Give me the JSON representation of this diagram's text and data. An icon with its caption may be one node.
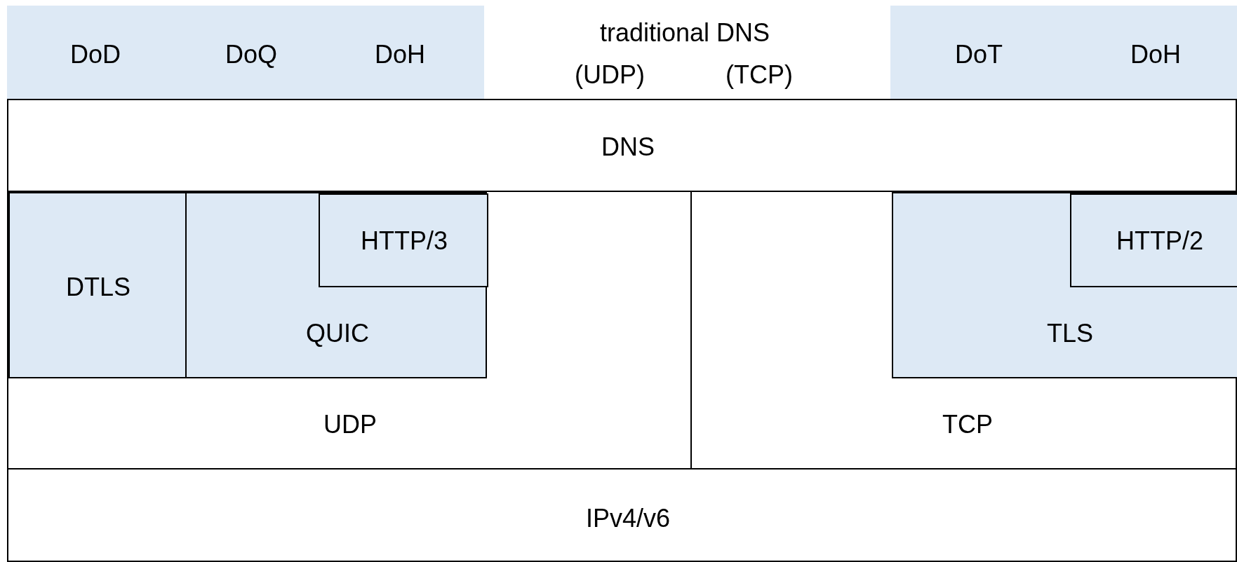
{
  "diagram": {
    "nodes": [
      {
        "text": [
          "DoD",
          "DoQ",
          "DoH"
        ]
      },
      {
        "text": [
          "DoT",
          "DoH"
        ]
      },
      {
        "text": [
          "DNS"
        ]
      },
      {
        "text": [
          "UDP"
        ]
      },
      {
        "text": [
          "DTLS"
        ],
        "in": 3
      },
      {
        "text": [
          "QUIC"
        ],
        "in": 3
      },
      {
        "text": [
          "HTTP/3"
        ],
        "in": 5
      },
      {
        "text": [
          "TCP"
        ]
      },
      {
        "text": [
          "TLS"
        ],
        "in": 7
      },
      {
        "text": [
          "HTTP/2"
        ],
        "in": 8
      },
      {
        "text": [
          "IPv4/v6"
        ]
      }
    ],
    "edges": [],
    "labels": [
      "traditional DNS",
      "(UDP)",
      "(TCP)"
    ]
  }
}
